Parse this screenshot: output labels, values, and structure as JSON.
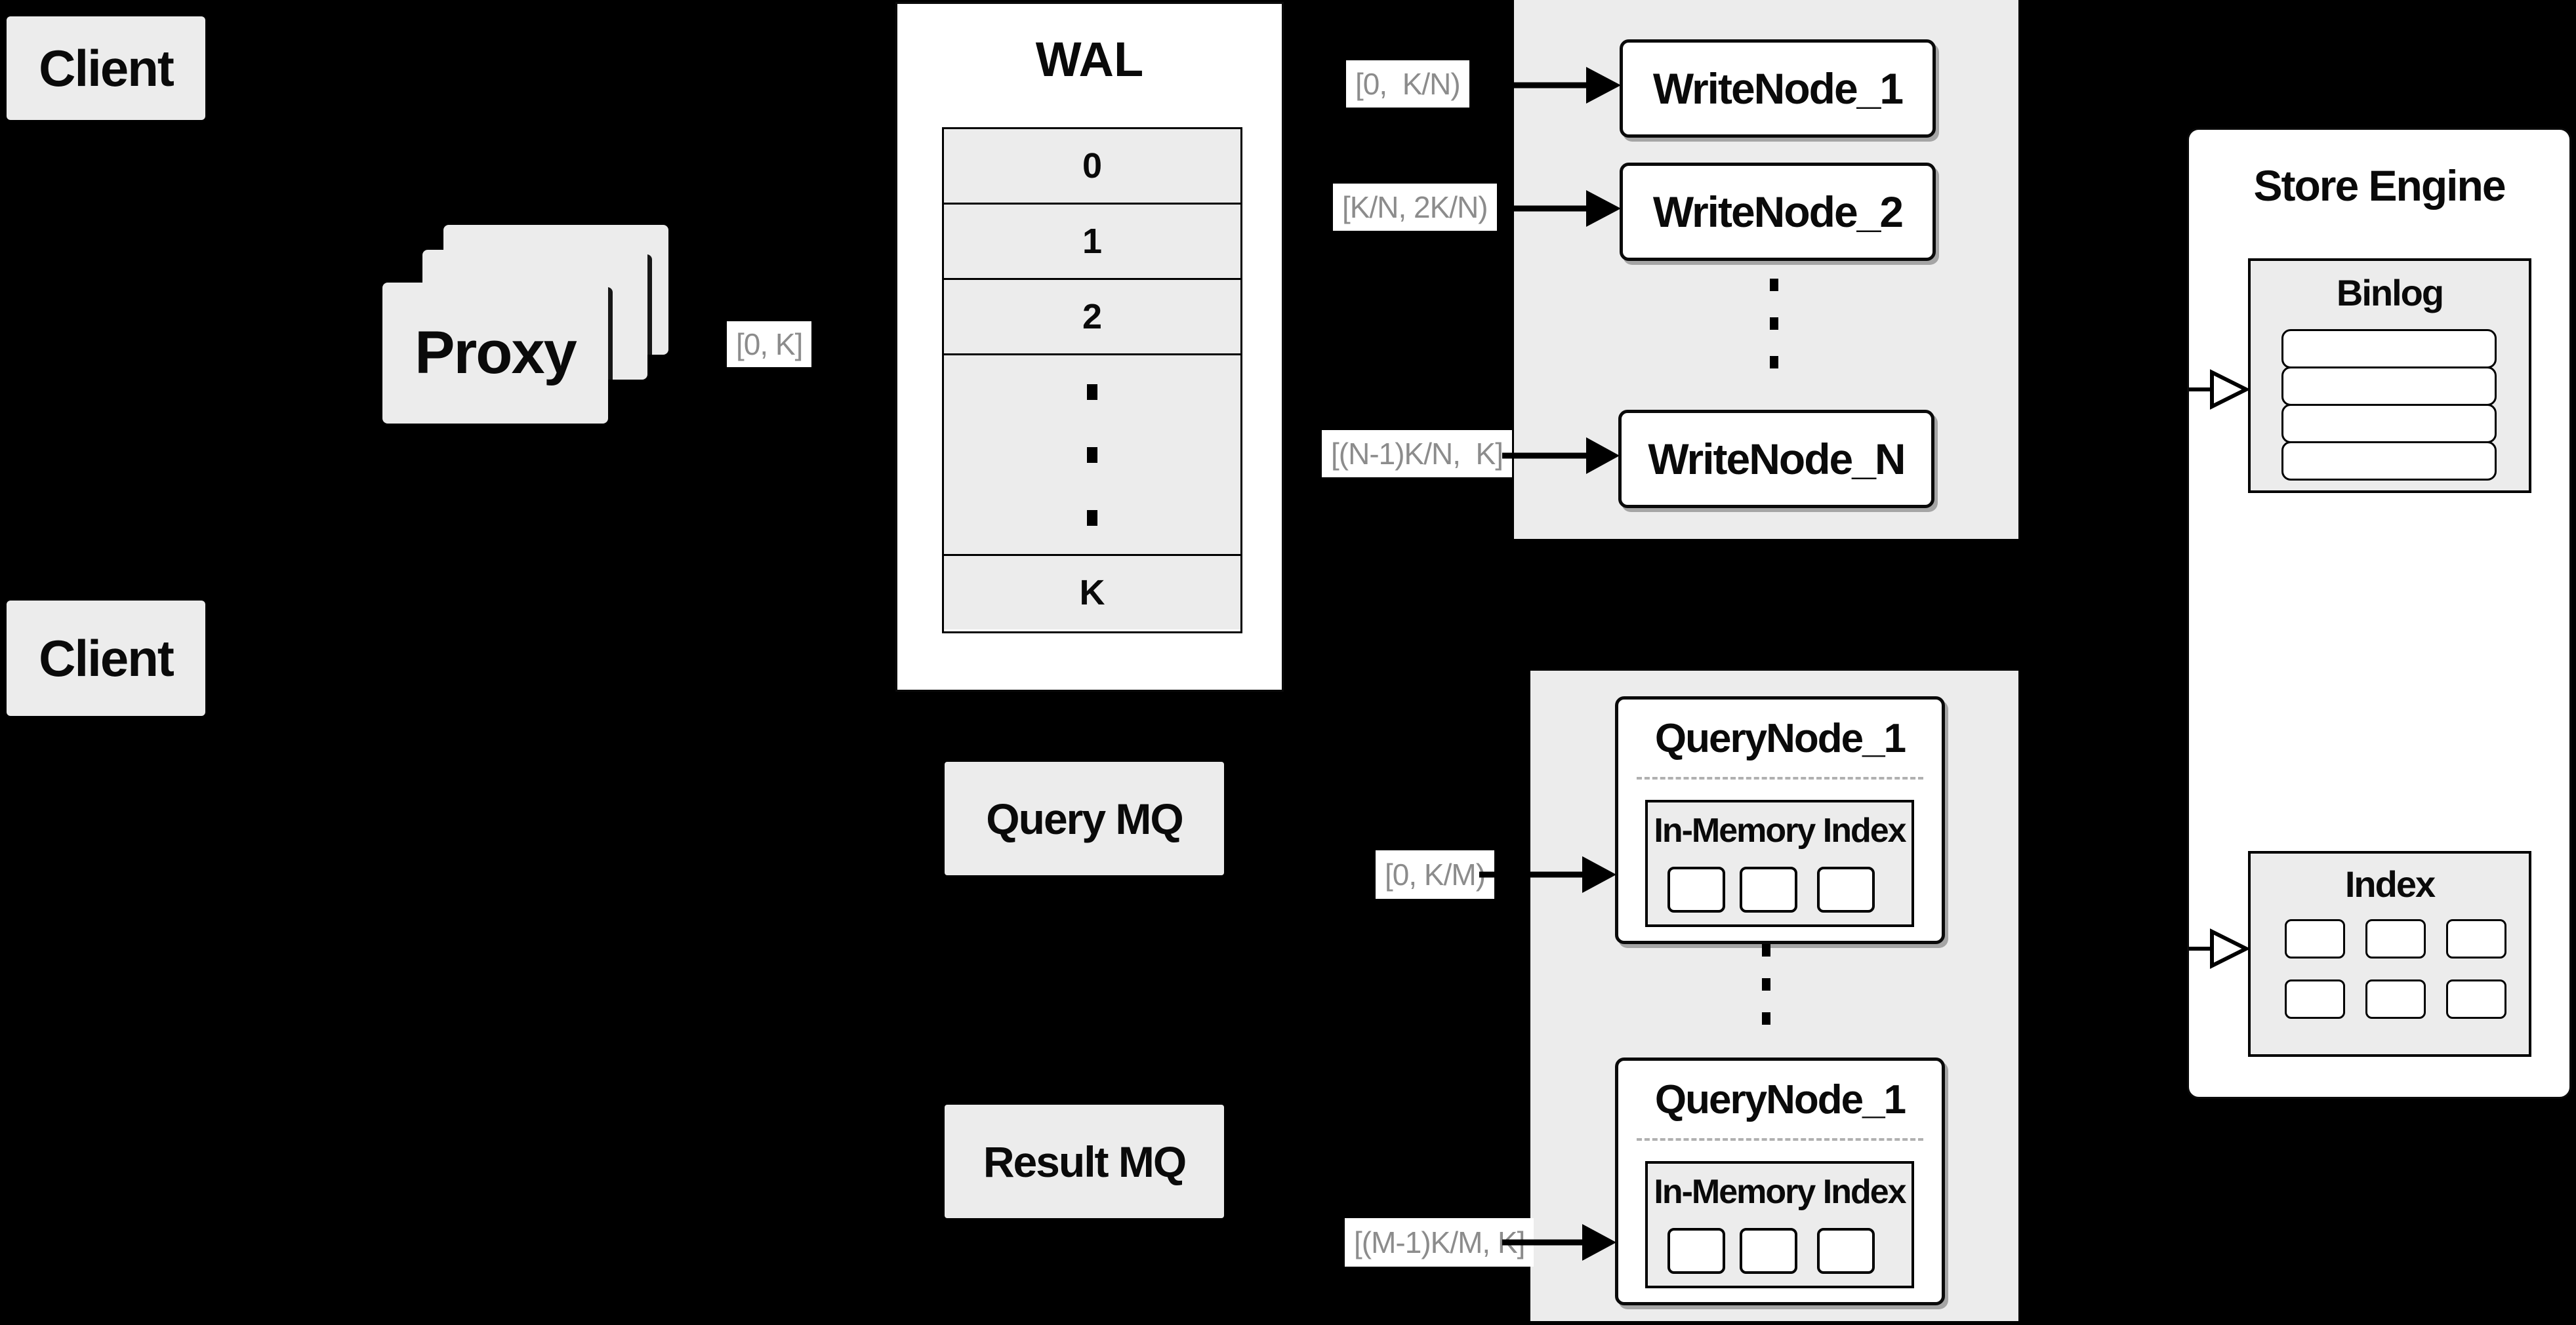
{
  "colors": {
    "background": "#000000",
    "panel_gray": "#ececec",
    "node_white": "#ffffff",
    "line_black": "#000000",
    "flow_label_text": "#8c8c8c",
    "dashed_separator": "#b0b0b0"
  },
  "client_top": {
    "label": "Client"
  },
  "client_middle": {
    "label": "Client"
  },
  "proxy": {
    "label": "Proxy"
  },
  "wal": {
    "title": "WAL",
    "row_0": "0",
    "row_1": "1",
    "row_2": "2",
    "row_k": "K"
  },
  "write_nodes": {
    "node_1": "WriteNode_1",
    "node_2": "WriteNode_2",
    "node_n": "WriteNode_N"
  },
  "query_node_top": {
    "title": "QueryNode_1",
    "index_title": "In-Memory Index"
  },
  "query_node_bottom": {
    "title": "QueryNode_1",
    "index_title": "In-Memory Index"
  },
  "mq": {
    "query": "Query MQ",
    "result": "Result MQ"
  },
  "store_engine": {
    "title": "Store Engine",
    "binlog_title": "Binlog",
    "index_title": "Index"
  },
  "flow_labels": {
    "proxy_out": "[0, K]",
    "write_1": "[0,  K/N)",
    "write_2": "[K/N, 2K/N)",
    "write_n": "[(N-1)K/N,  K]",
    "query_in": "[0, K/M)",
    "result_out": "[(M-1)K/M, K]"
  }
}
